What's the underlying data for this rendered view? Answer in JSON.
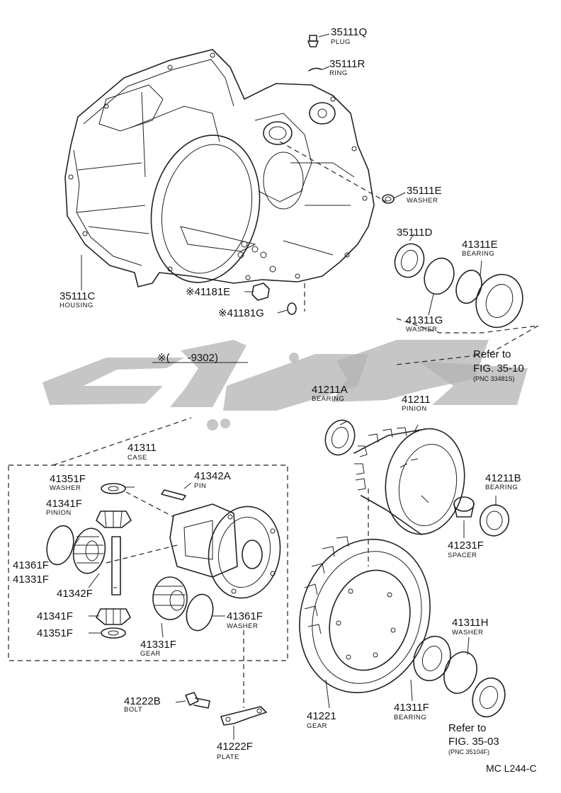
{
  "labels": {
    "plug": {
      "pn": "35111Q",
      "name": "PLUG"
    },
    "ring": {
      "pn": "35111R",
      "name": "RING"
    },
    "washer_e": {
      "pn": "35111E",
      "name": "WASHER"
    },
    "housing": {
      "pn": "35111C",
      "name": "HOUSING"
    },
    "seal_d": {
      "pn": "35111D"
    },
    "bearing_e": {
      "pn": "41311E",
      "name": "BEARING"
    },
    "washer_g": {
      "pn": "41311G",
      "name": "WASHER"
    },
    "bolt_e": {
      "pn": "41181E"
    },
    "bolt_g": {
      "pn": "41181G"
    },
    "range": {
      "text": "(      -9302)"
    },
    "bearing_a": {
      "pn": "41211A",
      "name": "BEARING"
    },
    "pinion": {
      "pn": "41211",
      "name": "PINION"
    },
    "case": {
      "pn": "41311",
      "name": "CASE"
    },
    "washer_351": {
      "pn": "41351F",
      "name": "WASHER"
    },
    "pin": {
      "pn": "41342A",
      "name": "PIN"
    },
    "pinion_341": {
      "pn": "41341F",
      "name": "PINION"
    },
    "washer_361a": {
      "pn": "41361F"
    },
    "gear_331a": {
      "pn": "41331F"
    },
    "shaft": {
      "pn": "41342F"
    },
    "pinion_341b": {
      "pn": "41341F"
    },
    "washer_351b": {
      "pn": "41351F"
    },
    "gear_331b": {
      "pn": "41331F",
      "name": "GEAR"
    },
    "washer_361b": {
      "pn": "41361F",
      "name": "WASHER"
    },
    "bearing_b": {
      "pn": "41211B",
      "name": "BEARING"
    },
    "spacer": {
      "pn": "41231F",
      "name": "SPACER"
    },
    "bolt_222": {
      "pn": "41222B",
      "name": "BOLT"
    },
    "plate": {
      "pn": "41222F",
      "name": "PLATE"
    },
    "gear_221": {
      "pn": "41221",
      "name": "GEAR"
    },
    "bearing_f": {
      "pn": "41311F",
      "name": "BEARING"
    },
    "washer_h": {
      "pn": "41311H",
      "name": "WASHER"
    }
  },
  "references": {
    "ref1": {
      "text": "Refer to",
      "fig": "FIG. 35-10",
      "pnc": "(PNC 33481S)"
    },
    "ref2": {
      "text": "Refer to",
      "fig": "FIG. 35-03",
      "pnc": "(PNC 35104F)"
    }
  },
  "marks": {
    "asterisk": "※"
  },
  "footer": {
    "code": "MC L244-C"
  },
  "colors": {
    "line": "#222222",
    "watermark": "#b3b3b3",
    "background": "#ffffff"
  }
}
